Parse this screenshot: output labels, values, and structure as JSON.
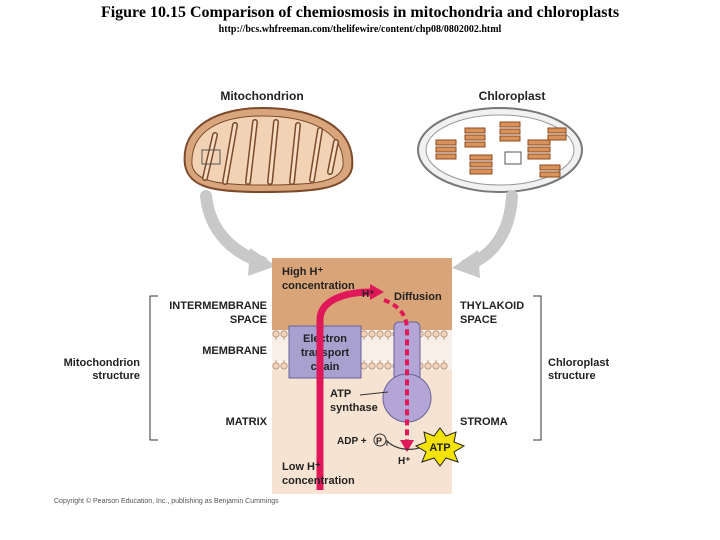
{
  "header": {
    "title": "Figure 10.15  Comparison of chemiosmosis in mitochondria and chloroplasts",
    "url": "http://bcs.whfreeman.com/thelifewire/content/chp08/0802002.html"
  },
  "organelles": {
    "mitochondrion": "Mitochondrion",
    "chloroplast": "Chloroplast"
  },
  "left_labels": {
    "intermembrane_1": "INTERMEMBRANE",
    "intermembrane_2": "SPACE",
    "membrane": "MEMBRANE",
    "matrix": "MATRIX",
    "structure_1": "Mitochondrion",
    "structure_2": "structure"
  },
  "right_labels": {
    "thylakoid_1": "THYLAKOID",
    "thylakoid_2": "SPACE",
    "stroma": "STROMA",
    "structure_1": "Chloroplast",
    "structure_2": "structure"
  },
  "center_labels": {
    "high_1": "High H⁺",
    "high_2": "concentration",
    "h_plus_top": "H⁺",
    "diffusion": "Diffusion",
    "etc_1": "Electron",
    "etc_2": "transport",
    "etc_3": "chain",
    "atp_synthase_1": "ATP",
    "atp_synthase_2": "synthase",
    "adp": "ADP + ",
    "pi": "P",
    "pi_sub": "i",
    "atp": "ATP",
    "h_plus_bottom": "H⁺",
    "low_1": "Low H⁺",
    "low_2": "concentration"
  },
  "footer": {
    "copyright": "Copyright © Pearson Education, Inc., publishing as Benjamin Cummings"
  },
  "colors": {
    "intermembrane_fill": "#d9a477",
    "matrix_fill": "#f7e3d1",
    "electron_chain": "#a8a0cf",
    "atp_synthase": "#b3a6d6",
    "proton_arrow": "#e0185a",
    "atp_starburst": "#f4e300",
    "arrow_gray": "#bdbdbd",
    "mito_fill": "#d8a57c"
  }
}
